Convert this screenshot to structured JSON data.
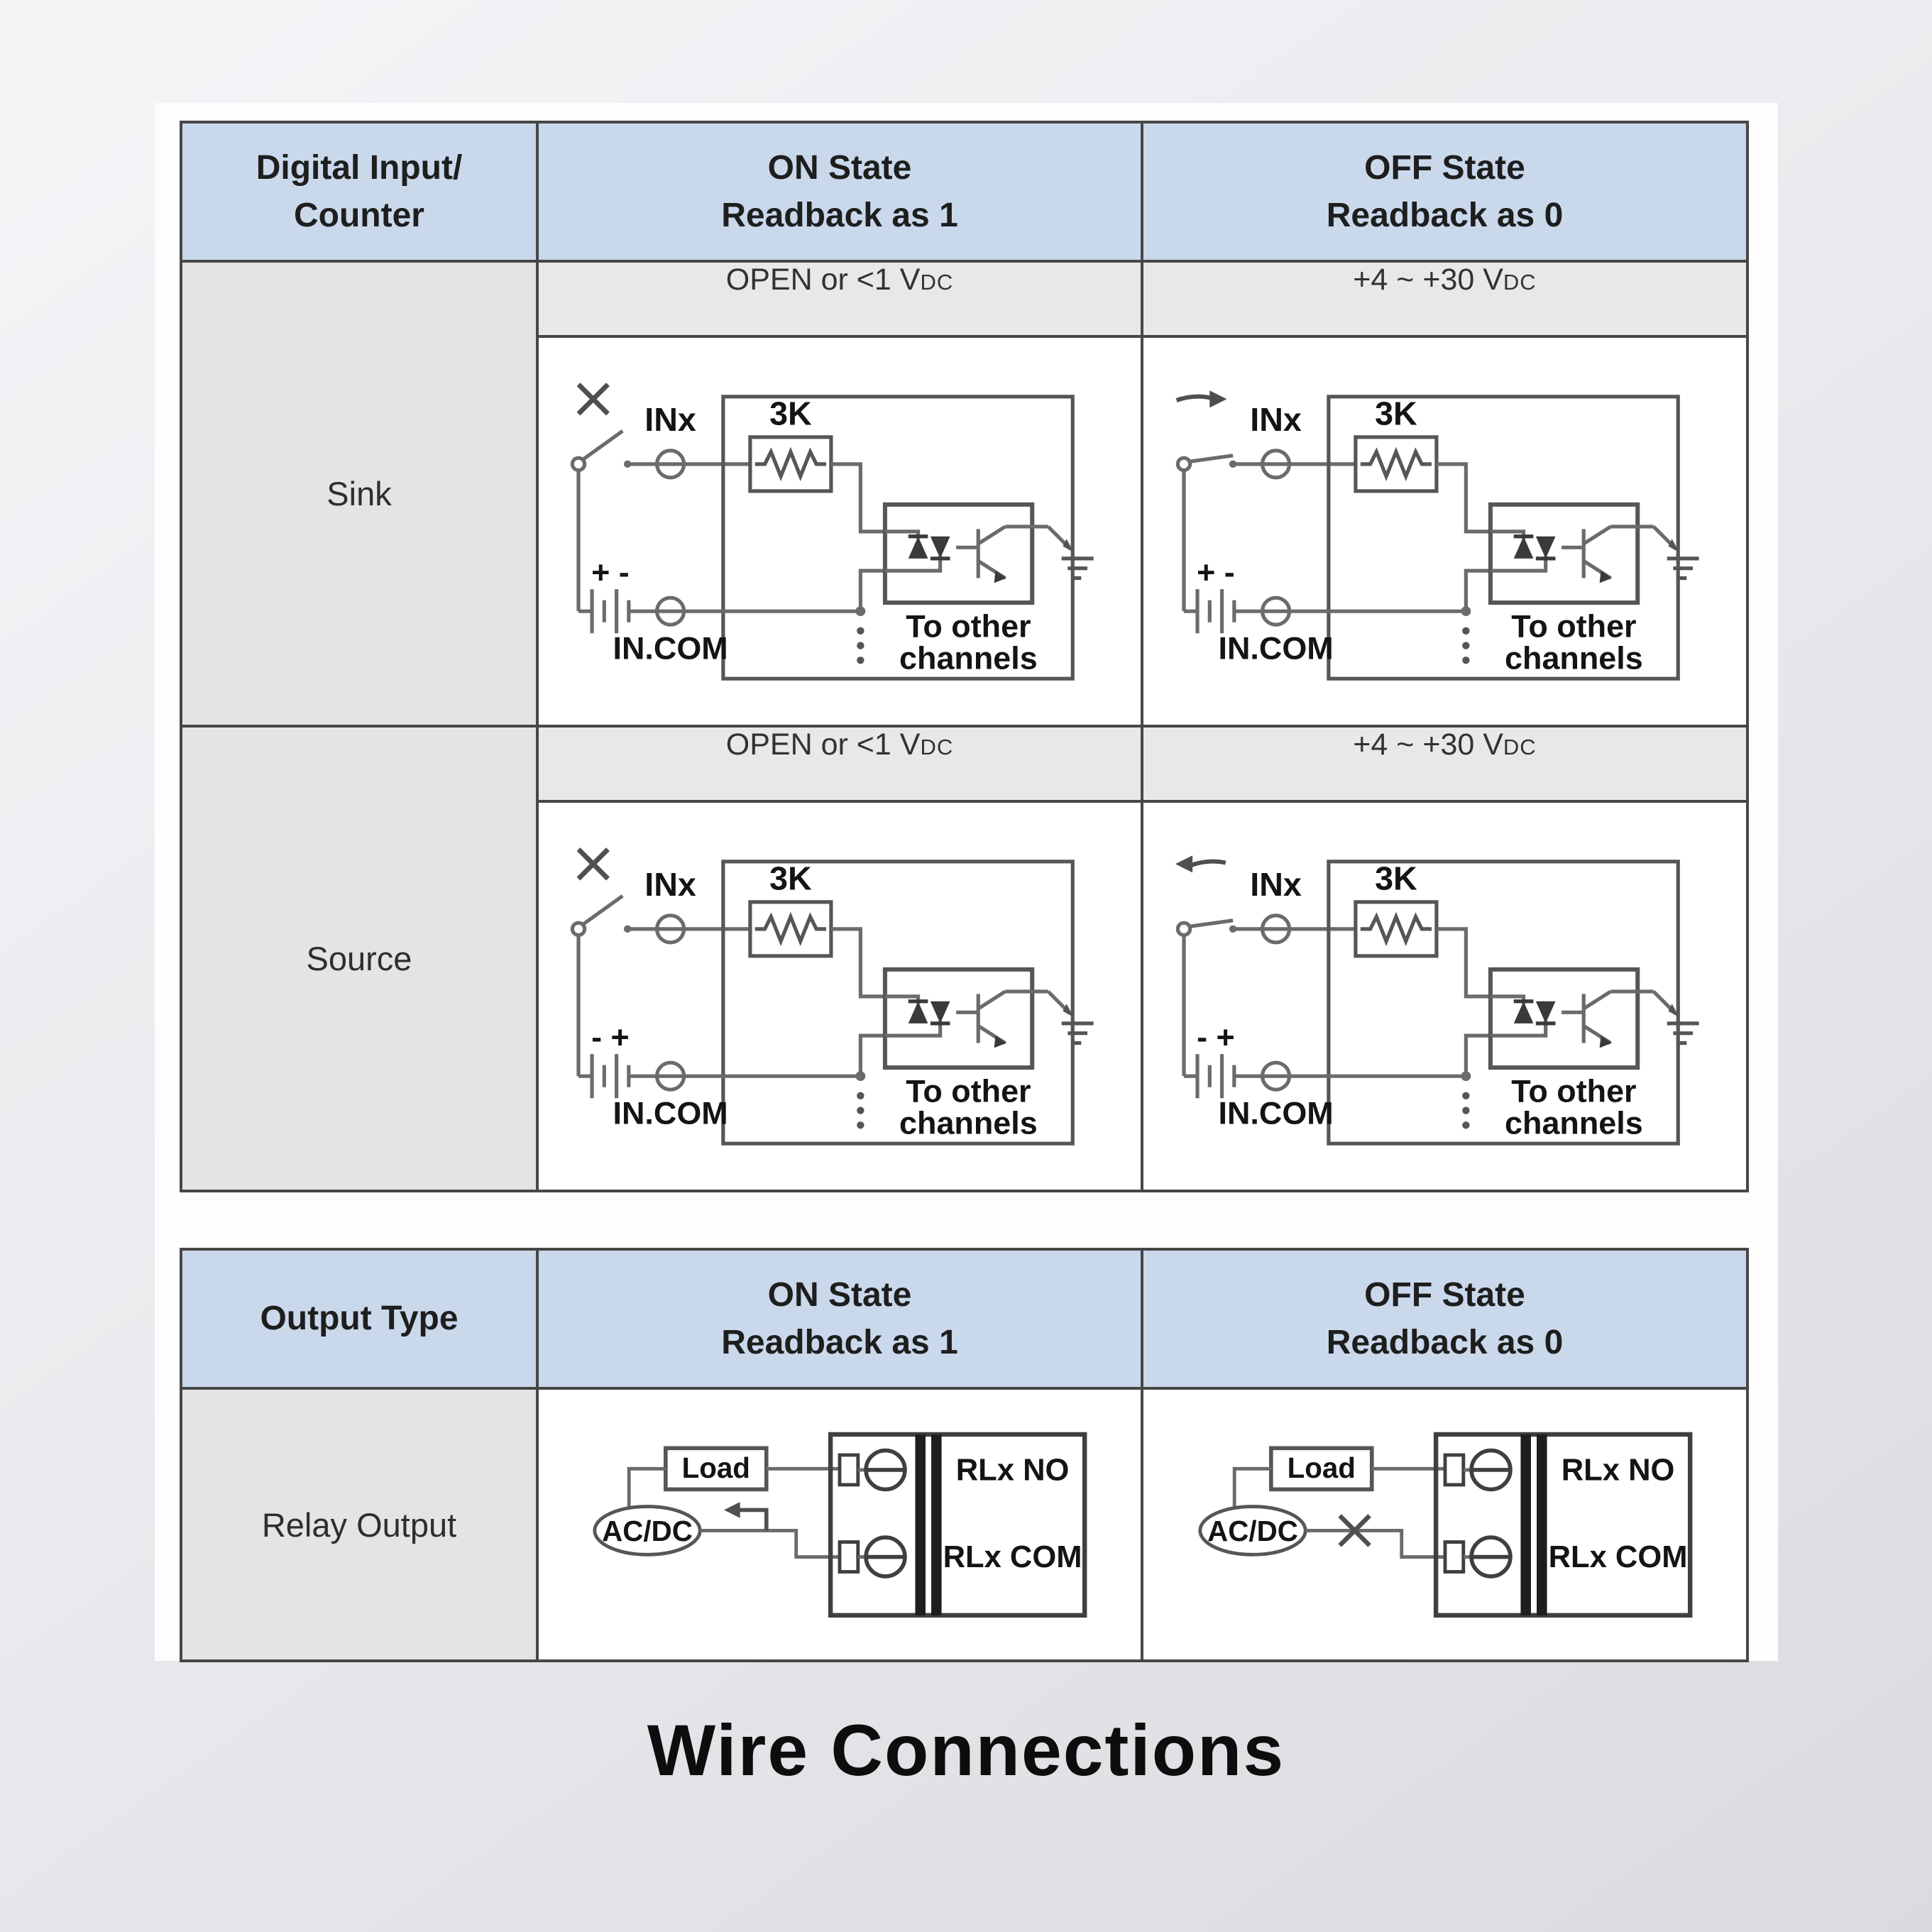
{
  "title": "Wire Connections",
  "colors": {
    "header_bg": "#cad8eb",
    "label_bg": "#e4e4e6",
    "condition_bg": "#e8e8ea",
    "border": "#474747",
    "wire": "#6b6b6b"
  },
  "input_table": {
    "corner_header": {
      "line1": "Digital Input/",
      "line2": "Counter"
    },
    "on_header": {
      "line1": "ON State",
      "line2": "Readback as 1"
    },
    "off_header": {
      "line1": "OFF State",
      "line2": "Readback as 0"
    },
    "on_condition": {
      "main": "OPEN or <1 V",
      "sub": "DC"
    },
    "off_condition": {
      "main": "+4 ~ +30 V",
      "sub": "DC"
    },
    "rows": {
      "sink": {
        "label": "Sink"
      },
      "source": {
        "label": "Source"
      }
    }
  },
  "output_table": {
    "corner_header": "Output Type",
    "on_header": {
      "line1": "ON State",
      "line2": "Readback as 1"
    },
    "off_header": {
      "line1": "OFF State",
      "line2": "Readback as 0"
    },
    "rows": {
      "relay": {
        "label": "Relay Output"
      }
    }
  },
  "circuit": {
    "inx": "INx",
    "resistor": "3K",
    "incom": "IN.COM",
    "battery_sink": "+ -",
    "battery_source": "- +",
    "to_other": {
      "line1": "To other",
      "line2": "channels"
    },
    "load": "Load",
    "acdc": "AC/DC",
    "rlx_no": "RLx NO",
    "rlx_com": "RLx COM"
  }
}
